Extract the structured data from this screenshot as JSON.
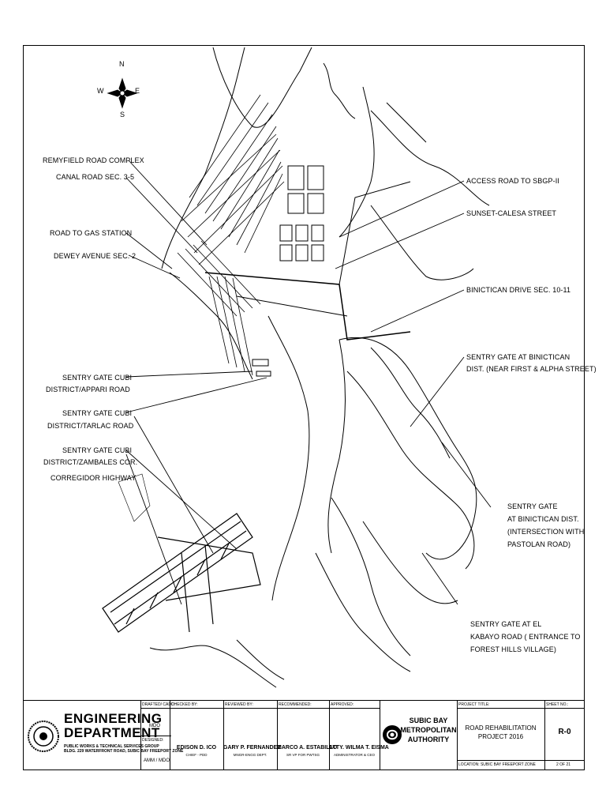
{
  "compass": {
    "n": "N",
    "s": "S",
    "e": "E",
    "w": "W"
  },
  "labels_left": [
    "REMYFIELD ROAD COMPLEX",
    "CANAL ROAD SEC. 3-5",
    "ROAD TO GAS STATION",
    "DEWEY AVENUE SEC. 2",
    "SENTRY GATE CUBI",
    "DISTRICT/APPARI ROAD",
    "SENTRY GATE CUBI",
    "DISTRICT/TARLAC ROAD",
    "SENTRY GATE CUBI",
    "DISTRICT/ZAMBALES COR.",
    "CORREGIDOR HIGHWAY"
  ],
  "labels_right": [
    "ACCESS ROAD TO SBGP-II",
    "SUNSET-CALESA STREET",
    "BINICTICAN DRIVE SEC. 10-11",
    "SENTRY GATE AT BINICTICAN",
    "DIST. (NEAR FIRST & ALPHA STREET)",
    "SENTRY GATE",
    "AT BINICTICAN DIST.",
    "(INTERSECTION WITH",
    "PASTOLAN ROAD)",
    "SENTRY GATE AT EL",
    "KABAYO ROAD ( ENTRANCE TO",
    "FOREST HILLS VILLAGE)"
  ],
  "title_block": {
    "department_line1": "ENGINEERING",
    "department_line2": "DEPARTMENT",
    "group_line1": "PUBLIC WORKS & TECHNICAL SERVICES GROUP",
    "group_line2": "BLDG. 229 WATERFRONT ROAD, SUBIC BAY FREEPORT ZONE",
    "headers": {
      "drafted": "DRAFTED/ CADD:",
      "designed": "DESIGNED:",
      "checked": "CHECKED BY:",
      "reviewed": "REVIEWED BY:",
      "recommended": "RECOMMENDED:",
      "approved": "APPROVED:",
      "project_title": "PROJECT TITLE:",
      "sheet_no": "SHEET NO.:",
      "location": "LOCATION: SUBIC BAY FREEPORT ZONE"
    },
    "drafted_value": "MDO",
    "designed_value": "AMM / MDO",
    "checked_name": "EDISON D. ICO",
    "checked_title": "CHIEF - PDD",
    "reviewed_name": "GARY P. FERNANDEZ",
    "reviewed_title": "MNGR-ENGG DEPT.",
    "recommended_name": "MARCO A. ESTABILLO",
    "recommended_title": "SR VP FOR PWTSG",
    "approved_name": "ATTY. WILMA T. EISMA",
    "approved_title": "ADMINISTRATOR & CEO",
    "authority_line1": "SUBIC BAY",
    "authority_line2": "METROPOLITAN",
    "authority_line3": "AUTHORITY",
    "project_line1": "ROAD REHABILITATION",
    "project_line2": "PROJECT 2016",
    "sheet_value": "R-0",
    "sheet_count": "2 OF 21"
  },
  "colors": {
    "ink": "#000000",
    "paper": "#ffffff"
  }
}
